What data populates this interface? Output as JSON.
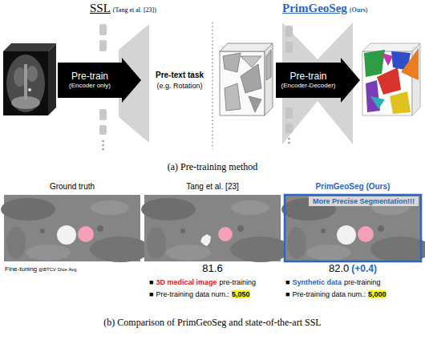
{
  "diagram": {
    "nodes": [
      {
        "text": [
          "Pre-train",
          "(Encoder only)"
        ]
      },
      {
        "text": [
          "Pre-train",
          "(Encoder-Decoder)"
        ]
      },
      {
        "text": [
          "Ground truth"
        ]
      },
      {
        "text": [
          "Tang et al. [23]"
        ]
      },
      {
        "text": [
          "PrimGeoSeg (Ours)"
        ]
      },
      {
        "text": [
          "More Precise Segmentation!!!"
        ],
        "in": 4
      }
    ],
    "labels": [
      "SSL",
      "(Tang et al. [23])",
      "PrimGeoSeg",
      "(Ours)",
      "Pre-text task",
      "(e.g. Rotation)",
      "(a) Pre-training method",
      "Fine-tuning",
      "@BTCV Dice Avg.",
      "81.6",
      "82.0",
      "(+0.4)",
      "■",
      "3D medical image",
      "pre-training",
      "■",
      "Pre-training data num.:",
      "5,050",
      "■",
      "Synthetic data",
      "pre-training",
      "■",
      "Pre-training data num.:",
      "5,000",
      "(b) Comparison of PrimGeoSeg and state-of-the-art SSL"
    ]
  }
}
